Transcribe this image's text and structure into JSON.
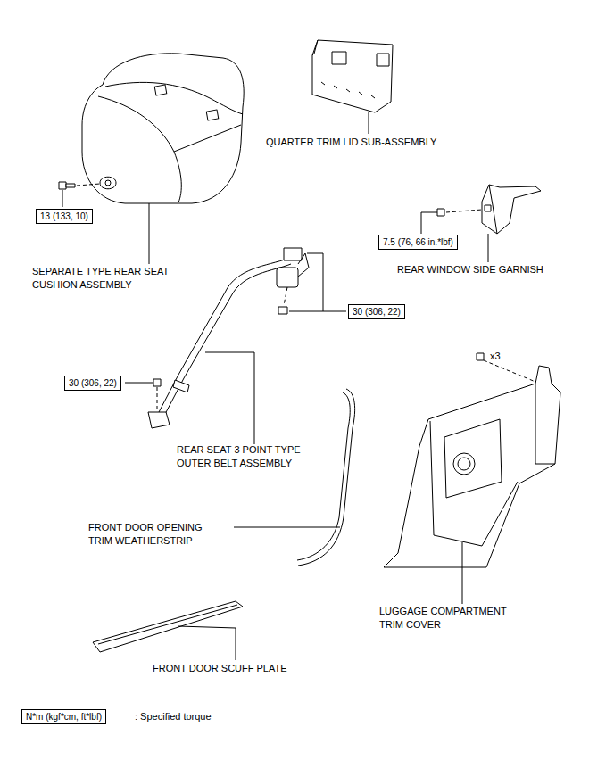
{
  "diagram": {
    "nodes": [
      {
        "text": [
          "13 (133, 10)"
        ]
      },
      {
        "text": [
          "7.5 (76, 66 in.*lbf)"
        ]
      },
      {
        "text": [
          "30 (306, 22)"
        ]
      },
      {
        "text": [
          "30 (306, 22)"
        ]
      },
      {
        "text": [
          "N*m (kgf*cm, ft*lbf)"
        ]
      }
    ],
    "labels": [
      "QUARTER TRIM LID SUB-ASSEMBLY",
      "SEPARATE TYPE REAR SEAT CUSHION ASSEMBLY",
      "REAR WINDOW SIDE GARNISH",
      "REAR SEAT 3 POINT TYPE OUTER BELT ASSEMBLY",
      "x3",
      "FRONT DOOR OPENING TRIM WEATHERSTRIP",
      "LUGGAGE COMPARTMENT TRIM COVER",
      "FRONT DOOR SCUFF PLATE",
      ": Specified torque"
    ]
  }
}
